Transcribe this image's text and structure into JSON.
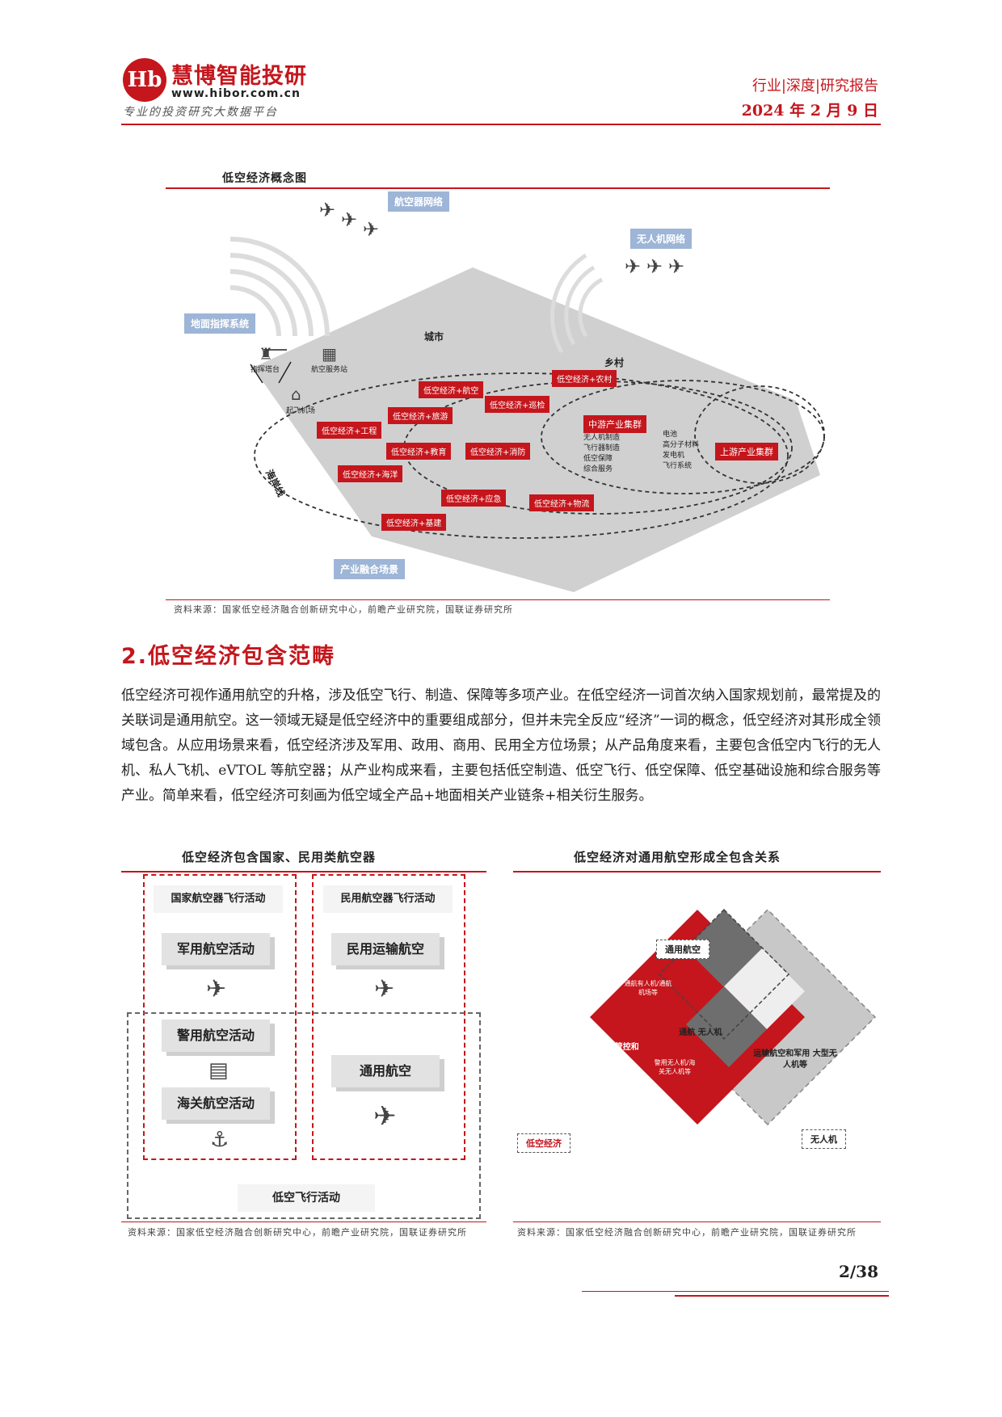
{
  "header": {
    "logo_glyph": "Hb",
    "brand": "慧博智能投研",
    "site": "www.hibor.com.cn",
    "slogan": "专业的投资研究大数据平台",
    "report_type": "行业|深度|研究报告",
    "date": "2024 年 2 月 9 日"
  },
  "figure1": {
    "title": "低空经济概念图",
    "callouts": {
      "aircraft_network": "航空器网络",
      "drone_network": "无人机网络",
      "ground_command": "地面指挥系统",
      "industry_scenes": "产业融合场景"
    },
    "areas": {
      "city": "城市",
      "village": "乡村",
      "coastline": "海岸线"
    },
    "facilities": {
      "tower": "指挥塔台",
      "service": "航空服务站",
      "airport": "起飞机场"
    },
    "scenarios": {
      "aviation": "低空经济+航空",
      "agriculture": "低空经济+农村",
      "tourism": "低空经济+旅游",
      "inspection": "低空经济+巡检",
      "engineering": "低空经济+工程",
      "education": "低空经济+教育",
      "fire": "低空经济+消防",
      "ocean": "低空经济+海洋",
      "emergency": "低空经济+应急",
      "logistics": "低空经济+物流",
      "construction": "低空经济+基建"
    },
    "midstream": {
      "label": "中游产业集群",
      "items": [
        "无人机制造",
        "飞行器制造",
        "低空保障",
        "综合服务"
      ]
    },
    "upstream": {
      "label": "上游产业集群",
      "items": [
        "电池",
        "高分子材料",
        "发电机",
        "飞行系统"
      ]
    },
    "source": "资料来源：国家低空经济融合创新研究中心，前瞻产业研究院，国联证券研究所"
  },
  "section": {
    "title": "2.低空经济包含范畴",
    "paragraph": "低空经济可视作通用航空的升格，涉及低空飞行、制造、保障等多项产业。在低空经济一词首次纳入国家规划前，最常提及的关联词是通用航空。这一领域无疑是低空经济中的重要组成部分，但并未完全反应“经济”一词的概念，低空经济对其形成全领域包含。从应用场景来看，低空经济涉及军用、政用、商用、民用全方位场景；从产品角度来看，主要包含低空内飞行的无人机、私人飞机、eVTOL 等航空器；从产业构成来看，主要包括低空制造、低空飞行、低空保障、低空基础设施和综合服务等产业。简单来看，低空经济可刻画为低空域全产品+地面相关产业链条+相关衍生服务。"
  },
  "figure2": {
    "title": "低空经济包含国家、民用类航空器",
    "national_header": "国家航空器飞行活动",
    "civil_header": "民用航空器飞行活动",
    "military": "军用航空活动",
    "civil_transport": "民用运输航空",
    "police": "警用航空活动",
    "general": "通用航空",
    "customs": "海关航空活动",
    "low_altitude": "低空飞行活动",
    "source": "资料来源：国家低空经济融合创新研究中心，前瞻产业研究院，国联证券研究所"
  },
  "figure3": {
    "title": "低空经济对通用航空形成全包含关系",
    "general_aviation": "通用航空",
    "low_altitude_economy": "低空经济",
    "drone": "无人机",
    "red_region": "警用有人机 低空空域管控和安全 反无人机等",
    "top_overlap": "通航有人机/通航机场等",
    "center": "通航 无人机",
    "bottom_overlap": "警用无人机/海关无人机等",
    "gray_region": "运输航空和军用 大型无人机等",
    "colors": {
      "red": "#c4161c",
      "gray": "#c8c8c8",
      "dark": "#6e6e6e"
    },
    "source": "资料来源：国家低空经济融合创新研究中心，前瞻产业研究院，国联证券研究所"
  },
  "footer": {
    "page": "2/38"
  }
}
